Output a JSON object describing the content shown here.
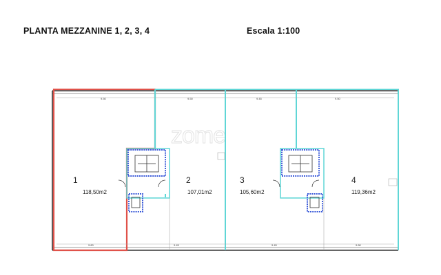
{
  "header": {
    "title": "PLANTA MEZZANINE 1, 2, 3, 4",
    "scale": "Escala 1:100"
  },
  "watermark": "zome",
  "units": [
    {
      "number": "1",
      "area": "118,50m2",
      "color": "#e0524a"
    },
    {
      "number": "2",
      "area": "107,01m2",
      "color": "#5fd6d6"
    },
    {
      "number": "3",
      "area": "105,60m2",
      "color": "#5fd6d6"
    },
    {
      "number": "4",
      "area": "119,36m2",
      "color": "#5fd6d6"
    }
  ],
  "dimensions": {
    "top": [
      "9.50",
      "9.50",
      "9.45",
      "9.50"
    ],
    "bottom": [
      "9.80",
      "9.45",
      "9.45",
      "9.80"
    ]
  },
  "colors": {
    "wall": "#333333",
    "highlight_red": "#e0524a",
    "highlight_cyan": "#5fd6d6",
    "core_blue": "#3b5bd9"
  }
}
